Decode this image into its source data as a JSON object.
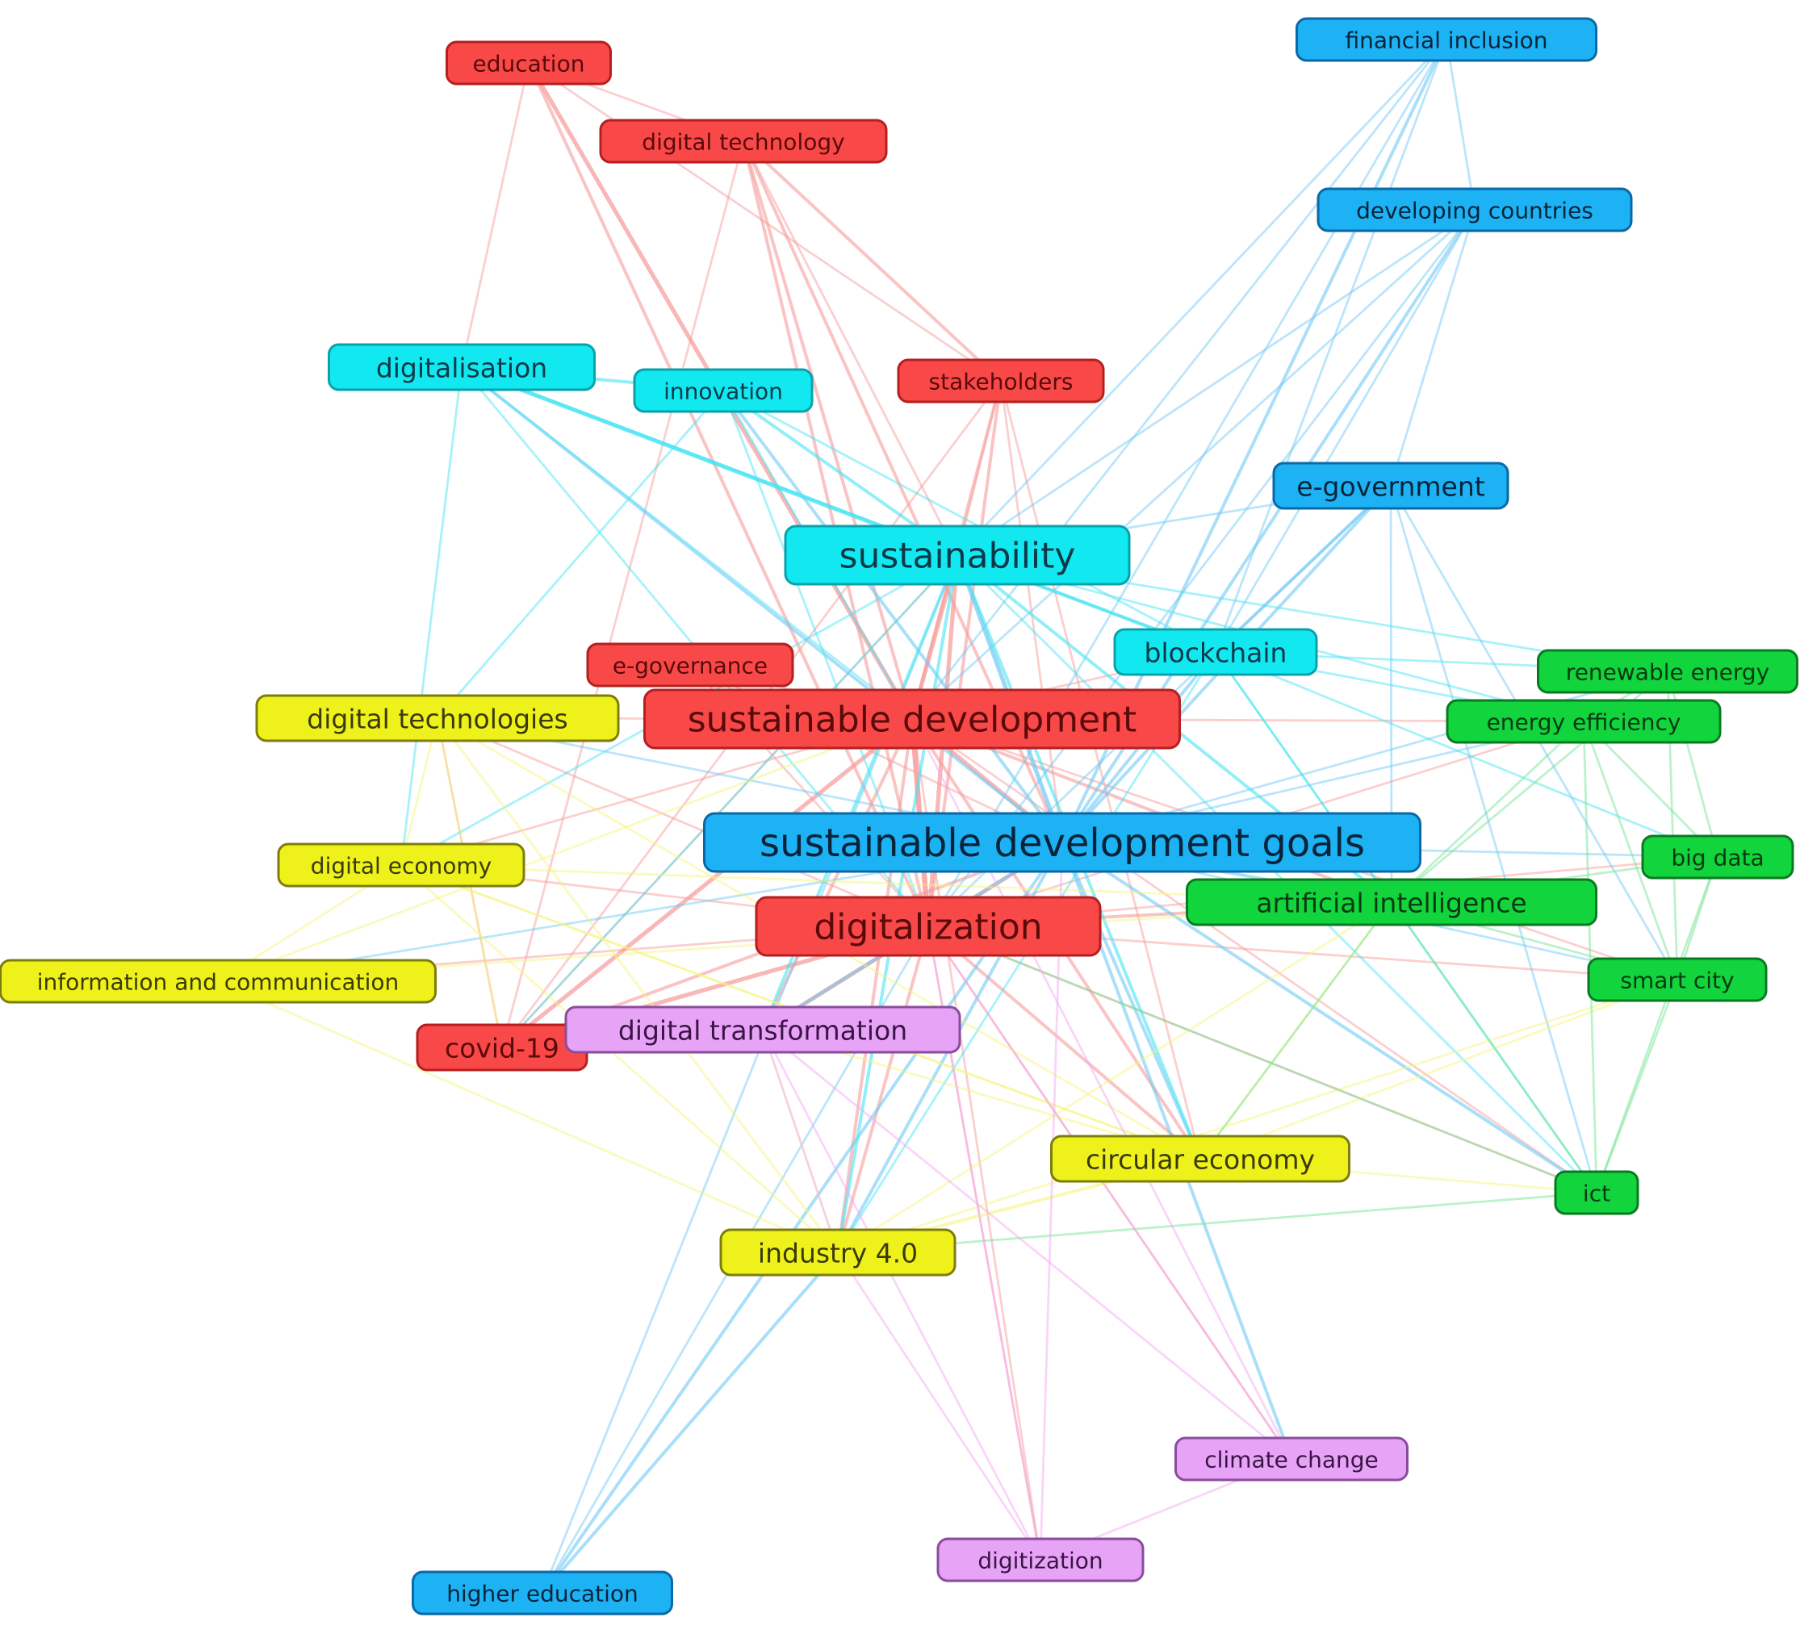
{
  "network": {
    "clusters": [
      {
        "id": "red",
        "fill": "#f84848",
        "stroke": "#b51f1f",
        "edge": "#f79a9a",
        "text": "#5a0a0a"
      },
      {
        "id": "cyan",
        "fill": "#12e8f0",
        "stroke": "#08a2ad",
        "edge": "#45e4f2",
        "text": "#0a3a4a"
      },
      {
        "id": "blue",
        "fill": "#1cb2f4",
        "stroke": "#0b68a6",
        "edge": "#6fc8f4",
        "text": "#08243a"
      },
      {
        "id": "yellow",
        "fill": "#eef21a",
        "stroke": "#7d7d0c",
        "edge": "#f4f47a",
        "text": "#3a3a08"
      },
      {
        "id": "green",
        "fill": "#12d43c",
        "stroke": "#0a7a22",
        "edge": "#70e490",
        "text": "#083a12"
      },
      {
        "id": "purple",
        "fill": "#e7a3f6",
        "stroke": "#8a4c9c",
        "edge": "#f2a8f2",
        "text": "#3a1444"
      }
    ],
    "nodes": [
      {
        "id": "education",
        "label": "education",
        "cluster": "red",
        "size": "s"
      },
      {
        "id": "digital-technology",
        "label": "digital technology",
        "cluster": "red",
        "size": "s"
      },
      {
        "id": "stakeholders",
        "label": "stakeholders",
        "cluster": "red",
        "size": "s"
      },
      {
        "id": "e-governance",
        "label": "e-governance",
        "cluster": "red",
        "size": "s"
      },
      {
        "id": "sustainable-development",
        "label": "sustainable development",
        "cluster": "red",
        "size": "l"
      },
      {
        "id": "digitalization",
        "label": "digitalization",
        "cluster": "red",
        "size": "l"
      },
      {
        "id": "covid-19",
        "label": "covid-19",
        "cluster": "red",
        "size": "m"
      },
      {
        "id": "financial-inclusion",
        "label": "financial inclusion",
        "cluster": "blue",
        "size": "s"
      },
      {
        "id": "developing-countries",
        "label": "developing countries",
        "cluster": "blue",
        "size": "s"
      },
      {
        "id": "e-government",
        "label": "e-government",
        "cluster": "blue",
        "size": "m"
      },
      {
        "id": "sustainable-development-goals",
        "label": "sustainable development goals",
        "cluster": "blue",
        "size": "xl"
      },
      {
        "id": "higher-education",
        "label": "higher education",
        "cluster": "blue",
        "size": "s"
      },
      {
        "id": "digitalisation",
        "label": "digitalisation",
        "cluster": "cyan",
        "size": "m"
      },
      {
        "id": "innovation",
        "label": "innovation",
        "cluster": "cyan",
        "size": "s"
      },
      {
        "id": "sustainability",
        "label": "sustainability",
        "cluster": "cyan",
        "size": "l"
      },
      {
        "id": "blockchain",
        "label": "blockchain",
        "cluster": "cyan",
        "size": "m"
      },
      {
        "id": "digital-technologies",
        "label": "digital technologies",
        "cluster": "yellow",
        "size": "m"
      },
      {
        "id": "digital-economy",
        "label": "digital economy",
        "cluster": "yellow",
        "size": "s"
      },
      {
        "id": "information-and-communication",
        "label": "information and communication",
        "cluster": "yellow",
        "size": "s"
      },
      {
        "id": "industry-4-0",
        "label": "industry 4.0",
        "cluster": "yellow",
        "size": "m"
      },
      {
        "id": "circular-economy",
        "label": "circular economy",
        "cluster": "yellow",
        "size": "m"
      },
      {
        "id": "renewable-energy",
        "label": "renewable energy",
        "cluster": "green",
        "size": "s"
      },
      {
        "id": "energy-efficiency",
        "label": "energy efficiency",
        "cluster": "green",
        "size": "s"
      },
      {
        "id": "big-data",
        "label": "big data",
        "cluster": "green",
        "size": "s"
      },
      {
        "id": "artificial-intelligence",
        "label": "artificial intelligence",
        "cluster": "green",
        "size": "m"
      },
      {
        "id": "smart-city",
        "label": "smart city",
        "cluster": "green",
        "size": "s"
      },
      {
        "id": "ict",
        "label": "ict",
        "cluster": "green",
        "size": "s"
      },
      {
        "id": "digital-transformation",
        "label": "digital transformation",
        "cluster": "purple",
        "size": "m"
      },
      {
        "id": "climate-change",
        "label": "climate change",
        "cluster": "purple",
        "size": "s"
      },
      {
        "id": "digitization",
        "label": "digitization",
        "cluster": "purple",
        "size": "s"
      }
    ],
    "edges": [
      [
        "education",
        "digital-technology",
        1
      ],
      [
        "education",
        "sustainable-development",
        3
      ],
      [
        "education",
        "digitalization",
        2
      ],
      [
        "education",
        "digitalisation",
        1
      ],
      [
        "education",
        "stakeholders",
        1
      ],
      [
        "digital-technology",
        "stakeholders",
        2
      ],
      [
        "digital-technology",
        "sustainable-development",
        2
      ],
      [
        "digital-technology",
        "digitalization",
        2
      ],
      [
        "digital-technology",
        "sustainable-development-goals",
        2
      ],
      [
        "digital-technology",
        "sustainability",
        1
      ],
      [
        "digital-technology",
        "covid-19",
        1
      ],
      [
        "stakeholders",
        "sustainable-development",
        2
      ],
      [
        "stakeholders",
        "digitalization",
        2
      ],
      [
        "stakeholders",
        "sustainability",
        1
      ],
      [
        "stakeholders",
        "covid-19",
        1
      ],
      [
        "stakeholders",
        "circular-economy",
        1
      ],
      [
        "stakeholders",
        "sustainable-development-goals",
        1
      ],
      [
        "e-governance",
        "sustainable-development",
        1
      ],
      [
        "e-governance",
        "digitalization",
        1
      ],
      [
        "e-governance",
        "sustainable-development-goals",
        1
      ],
      [
        "sustainable-development",
        "digitalization",
        4
      ],
      [
        "sustainable-development",
        "covid-19",
        3
      ],
      [
        "sustainable-development",
        "sustainability",
        3
      ],
      [
        "sustainable-development",
        "sustainable-development-goals",
        3
      ],
      [
        "sustainable-development",
        "digital-technologies",
        1
      ],
      [
        "sustainable-development",
        "digital-economy",
        1
      ],
      [
        "sustainable-development",
        "industry-4-0",
        2
      ],
      [
        "sustainable-development",
        "circular-economy",
        2
      ],
      [
        "sustainable-development",
        "energy-efficiency",
        1
      ],
      [
        "sustainable-development",
        "artificial-intelligence",
        2
      ],
      [
        "sustainable-development",
        "digital-transformation",
        2
      ],
      [
        "sustainable-development",
        "digitization",
        1
      ],
      [
        "sustainable-development",
        "ict",
        1
      ],
      [
        "sustainable-development",
        "smart-city",
        1
      ],
      [
        "sustainable-development",
        "blockchain",
        1
      ],
      [
        "digitalization",
        "covid-19",
        3
      ],
      [
        "digitalization",
        "sustainability",
        3
      ],
      [
        "digitalization",
        "sustainable-development-goals",
        3
      ],
      [
        "digitalization",
        "digital-transformation",
        3
      ],
      [
        "digitalization",
        "industry-4-0",
        2
      ],
      [
        "digitalization",
        "circular-economy",
        2
      ],
      [
        "digitalization",
        "artificial-intelligence",
        2
      ],
      [
        "digitalization",
        "information-and-communication",
        1
      ],
      [
        "digitalization",
        "digital-economy",
        1
      ],
      [
        "digitalization",
        "digital-technologies",
        1
      ],
      [
        "digitalization",
        "climate-change",
        1
      ],
      [
        "digitalization",
        "digitization",
        1
      ],
      [
        "digitalization",
        "smart-city",
        1
      ],
      [
        "digitalization",
        "ict",
        1
      ],
      [
        "digitalization",
        "big-data",
        1
      ],
      [
        "digitalization",
        "energy-efficiency",
        1
      ],
      [
        "covid-19",
        "sustainable-development-goals",
        2
      ],
      [
        "covid-19",
        "digital-transformation",
        2
      ],
      [
        "covid-19",
        "digital-technologies",
        1
      ],
      [
        "covid-19",
        "sustainability",
        1
      ],
      [
        "financial-inclusion",
        "sustainable-development-goals",
        2
      ],
      [
        "financial-inclusion",
        "developing-countries",
        1
      ],
      [
        "financial-inclusion",
        "sustainability",
        1
      ],
      [
        "financial-inclusion",
        "digitalization",
        1
      ],
      [
        "financial-inclusion",
        "blockchain",
        1
      ],
      [
        "financial-inclusion",
        "sustainable-development",
        1
      ],
      [
        "developing-countries",
        "sustainable-development-goals",
        2
      ],
      [
        "developing-countries",
        "sustainability",
        1
      ],
      [
        "developing-countries",
        "digitalization",
        1
      ],
      [
        "developing-countries",
        "blockchain",
        1
      ],
      [
        "developing-countries",
        "e-government",
        1
      ],
      [
        "developing-countries",
        "sustainable-development",
        1
      ],
      [
        "e-government",
        "sustainable-development-goals",
        2
      ],
      [
        "e-government",
        "blockchain",
        2
      ],
      [
        "e-government",
        "sustainability",
        1
      ],
      [
        "e-government",
        "artificial-intelligence",
        1
      ],
      [
        "e-government",
        "smart-city",
        1
      ],
      [
        "e-government",
        "ict",
        1
      ],
      [
        "e-government",
        "digitalization",
        1
      ],
      [
        "sustainable-development-goals",
        "sustainability",
        3
      ],
      [
        "sustainable-development-goals",
        "blockchain",
        2
      ],
      [
        "sustainable-development-goals",
        "higher-education",
        2
      ],
      [
        "sustainable-development-goals",
        "digitalisation",
        2
      ],
      [
        "sustainable-development-goals",
        "innovation",
        2
      ],
      [
        "sustainable-development-goals",
        "artificial-intelligence",
        2
      ],
      [
        "sustainable-development-goals",
        "big-data",
        1
      ],
      [
        "sustainable-development-goals",
        "smart-city",
        1
      ],
      [
        "sustainable-development-goals",
        "ict",
        2
      ],
      [
        "sustainable-development-goals",
        "climate-change",
        2
      ],
      [
        "sustainable-development-goals",
        "industry-4-0",
        2
      ],
      [
        "sustainable-development-goals",
        "circular-economy",
        2
      ],
      [
        "sustainable-development-goals",
        "digital-transformation",
        2
      ],
      [
        "sustainable-development-goals",
        "digital-technologies",
        1
      ],
      [
        "sustainable-development-goals",
        "information-and-communication",
        1
      ],
      [
        "sustainable-development-goals",
        "renewable-energy",
        1
      ],
      [
        "sustainable-development-goals",
        "energy-efficiency",
        1
      ],
      [
        "higher-education",
        "industry-4-0",
        2
      ],
      [
        "higher-education",
        "sustainability",
        1
      ],
      [
        "higher-education",
        "digitalization",
        1
      ],
      [
        "digitalisation",
        "innovation",
        2
      ],
      [
        "digitalisation",
        "sustainability",
        3
      ],
      [
        "digitalisation",
        "blockchain",
        2
      ],
      [
        "digitalisation",
        "sustainable-development",
        1
      ],
      [
        "digitalisation",
        "digitalization",
        1
      ],
      [
        "digitalisation",
        "digital-economy",
        1
      ],
      [
        "innovation",
        "sustainability",
        2
      ],
      [
        "innovation",
        "blockchain",
        1
      ],
      [
        "innovation",
        "sustainable-development",
        1
      ],
      [
        "innovation",
        "digitalization",
        1
      ],
      [
        "innovation",
        "digital-technologies",
        1
      ],
      [
        "sustainability",
        "blockchain",
        2
      ],
      [
        "sustainability",
        "industry-4-0",
        2
      ],
      [
        "sustainability",
        "circular-economy",
        2
      ],
      [
        "sustainability",
        "digital-transformation",
        2
      ],
      [
        "sustainability",
        "artificial-intelligence",
        2
      ],
      [
        "sustainability",
        "renewable-energy",
        1
      ],
      [
        "sustainability",
        "energy-efficiency",
        1
      ],
      [
        "sustainability",
        "ict",
        1
      ],
      [
        "sustainability",
        "digital-economy",
        1
      ],
      [
        "sustainability",
        "covid-19",
        1
      ],
      [
        "blockchain",
        "renewable-energy",
        1
      ],
      [
        "blockchain",
        "energy-efficiency",
        1
      ],
      [
        "blockchain",
        "artificial-intelligence",
        1
      ],
      [
        "blockchain",
        "ict",
        1
      ],
      [
        "blockchain",
        "big-data",
        1
      ],
      [
        "blockchain",
        "industry-4-0",
        1
      ],
      [
        "digital-technologies",
        "digital-economy",
        1
      ],
      [
        "digital-technologies",
        "industry-4-0",
        1
      ],
      [
        "digital-technologies",
        "circular-economy",
        1
      ],
      [
        "digital-technologies",
        "covid-19",
        1
      ],
      [
        "digital-economy",
        "information-and-communication",
        1
      ],
      [
        "digital-economy",
        "industry-4-0",
        1
      ],
      [
        "digital-economy",
        "circular-economy",
        1
      ],
      [
        "digital-economy",
        "artificial-intelligence",
        1
      ],
      [
        "information-and-communication",
        "industry-4-0",
        1
      ],
      [
        "information-and-communication",
        "artificial-intelligence",
        1
      ],
      [
        "information-and-communication",
        "sustainable-development",
        1
      ],
      [
        "industry-4-0",
        "circular-economy",
        2
      ],
      [
        "industry-4-0",
        "artificial-intelligence",
        1
      ],
      [
        "industry-4-0",
        "digital-transformation",
        1
      ],
      [
        "industry-4-0",
        "smart-city",
        1
      ],
      [
        "circular-economy",
        "artificial-intelligence",
        1
      ],
      [
        "circular-economy",
        "smart-city",
        1
      ],
      [
        "circular-economy",
        "ict",
        1
      ],
      [
        "circular-economy",
        "digital-transformation",
        1
      ],
      [
        "circular-economy",
        "digital-economy",
        1
      ],
      [
        "renewable-energy",
        "energy-efficiency",
        1
      ],
      [
        "renewable-energy",
        "big-data",
        1
      ],
      [
        "renewable-energy",
        "artificial-intelligence",
        1
      ],
      [
        "renewable-energy",
        "smart-city",
        1
      ],
      [
        "energy-efficiency",
        "big-data",
        1
      ],
      [
        "energy-efficiency",
        "artificial-intelligence",
        1
      ],
      [
        "energy-efficiency",
        "smart-city",
        1
      ],
      [
        "energy-efficiency",
        "ict",
        1
      ],
      [
        "big-data",
        "artificial-intelligence",
        1
      ],
      [
        "big-data",
        "smart-city",
        1
      ],
      [
        "big-data",
        "ict",
        1
      ],
      [
        "artificial-intelligence",
        "smart-city",
        1
      ],
      [
        "artificial-intelligence",
        "ict",
        1
      ],
      [
        "artificial-intelligence",
        "circular-economy",
        1
      ],
      [
        "smart-city",
        "ict",
        1
      ],
      [
        "ict",
        "digitalization",
        1
      ],
      [
        "ict",
        "industry-4-0",
        1
      ],
      [
        "digital-transformation",
        "climate-change",
        1
      ],
      [
        "digital-transformation",
        "digitization",
        1
      ],
      [
        "digital-transformation",
        "industry-4-0",
        1
      ],
      [
        "climate-change",
        "digitization",
        1
      ],
      [
        "climate-change",
        "sustainable-development",
        1
      ],
      [
        "climate-change",
        "digitalization",
        1
      ],
      [
        "digitization",
        "sustainable-development-goals",
        1
      ],
      [
        "digitization",
        "digitalization",
        1
      ],
      [
        "digitization",
        "industry-4-0",
        1
      ]
    ]
  }
}
